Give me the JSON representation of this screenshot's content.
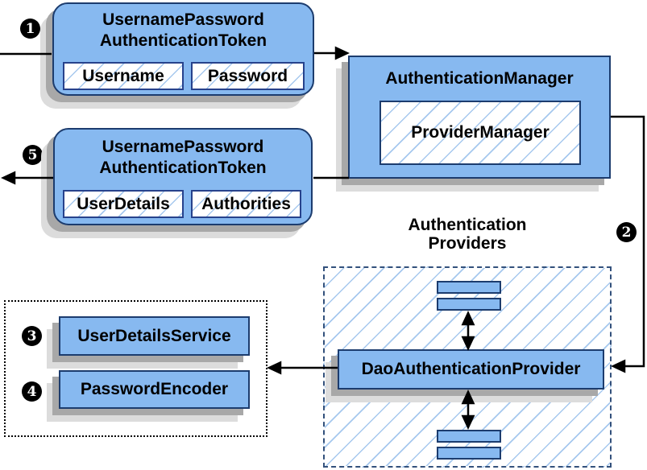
{
  "colors": {
    "node_fill": "#87b9f0",
    "node_border": "#1c3c6e",
    "field_border": "#27428c",
    "hatch_line": "#a6c8ee",
    "dashed_border": "#33517c",
    "connector": "#000000",
    "shadow_dark": "#a8a8a8",
    "shadow_light": "#dcdcdc",
    "badge_bg": "#000000",
    "badge_text": "#ffffff"
  },
  "steps": {
    "one": "1",
    "two": "2",
    "three": "3",
    "four": "4",
    "five": "5"
  },
  "request_token": {
    "title_line1": "UsernamePassword",
    "title_line2": "AuthenticationToken",
    "field1": "Username",
    "field2": "Password"
  },
  "auth_manager": {
    "title": "AuthenticationManager",
    "inner": "ProviderManager"
  },
  "result_token": {
    "title_line1": "UsernamePassword",
    "title_line2": "AuthenticationToken",
    "field1": "UserDetails",
    "field2": "Authorities"
  },
  "providers": {
    "label_line1": "Authentication",
    "label_line2": "Providers",
    "main": "DaoAuthenticationProvider"
  },
  "services": {
    "item1": "UserDetailsService",
    "item2": "PasswordEncoder"
  }
}
